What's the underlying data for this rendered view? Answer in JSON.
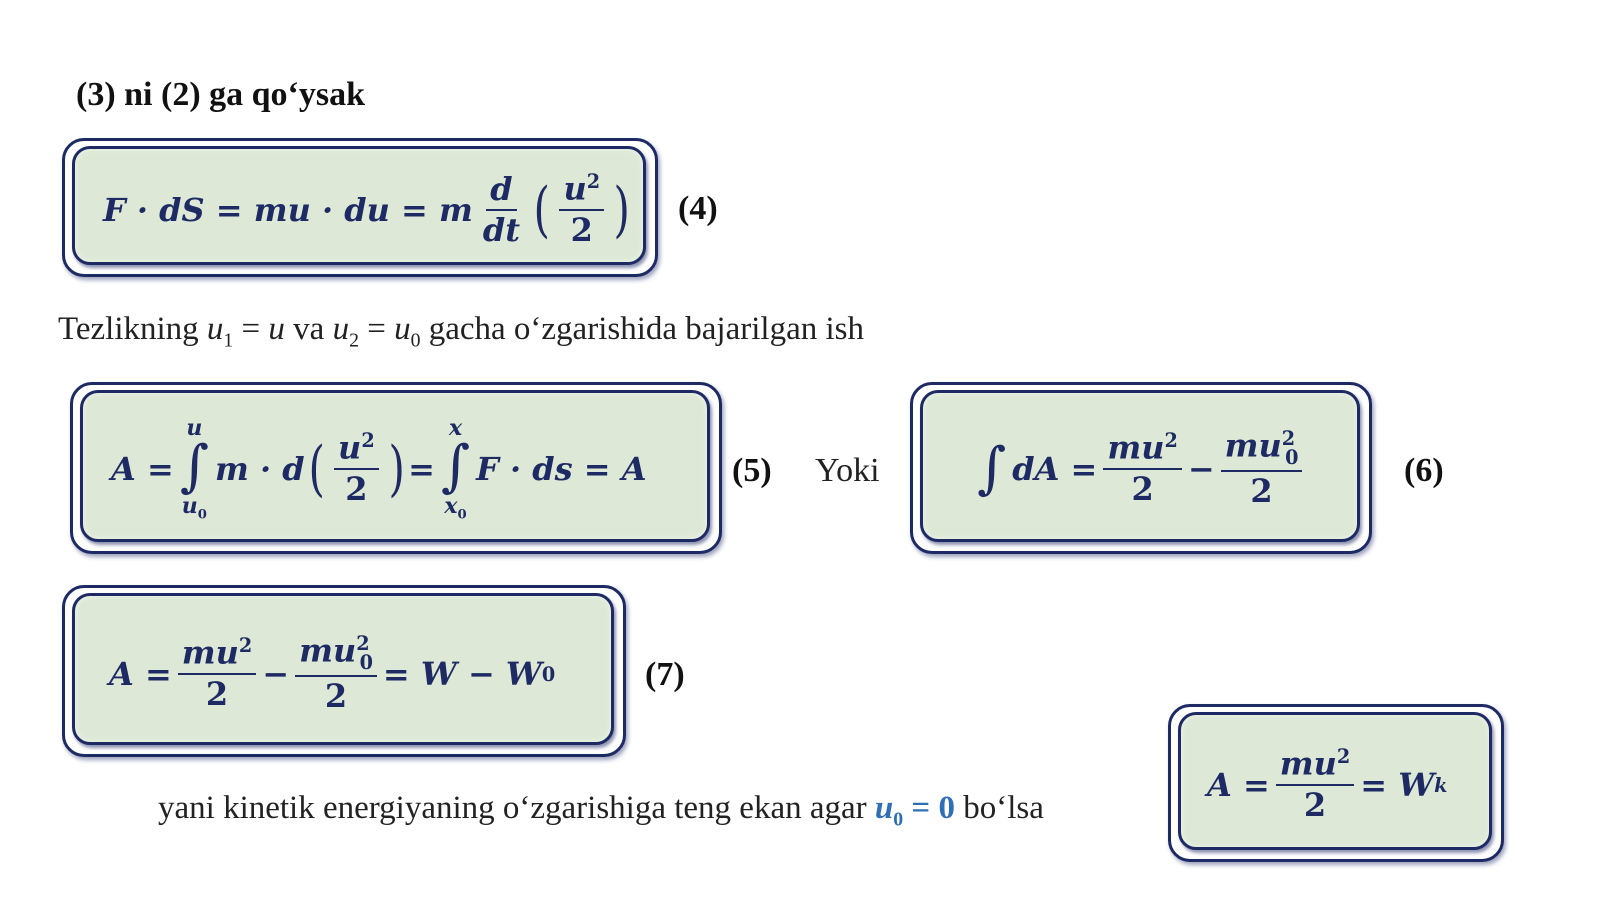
{
  "heading": "(3) ni (2) ga qo‘ysak",
  "sentence": {
    "p1": "Tezlikning ",
    "u1": "u",
    "s1": "1",
    "eq1": " = ",
    "u": "u",
    "p2": " va ",
    "u2": "u",
    "s2": "2",
    "eq2": " = ",
    "u0": "u",
    "s0": "0",
    "p3": " gacha o‘zgarishida  bajarilgan ish"
  },
  "equations": {
    "eq4": {
      "lhs": "F · dS = mu · du = m",
      "frac1_num": "d",
      "frac1_den": "dt",
      "frac2_num": "u",
      "frac2_sup": "2",
      "frac2_den": "2",
      "number": "(4)"
    },
    "eq5": {
      "lhs": "A =",
      "int1_upper": "u",
      "int1_lower": "u",
      "int1_lower_sub": "0",
      "mid": "m · d",
      "frac_num": "u",
      "frac_sup": "2",
      "frac_den": "2",
      "eq": "=",
      "int2_upper": "x",
      "int2_lower": "x",
      "int2_lower_sub": "0",
      "rhs": "F · ds = A",
      "number": "(5)"
    },
    "yoki": "Yoki",
    "eq6": {
      "lhs": "dA =",
      "frac1_num": "mu",
      "frac1_sup": "2",
      "frac1_den": "2",
      "minus": "−",
      "frac2_num": "mu",
      "frac2_sup": "2",
      "frac2_sub": "0",
      "frac2_den": "2",
      "number": "(6)"
    },
    "eq7": {
      "lhs": "A =",
      "frac1_num": "mu",
      "frac1_sup": "2",
      "frac1_den": "2",
      "minus": "−",
      "frac2_num": "mu",
      "frac2_sup": "2",
      "frac2_sub": "0",
      "frac2_den": "2",
      "rhs": "= W − W",
      "rhs_sub": "0",
      "number": "(7)"
    },
    "eq8": {
      "lhs": "A =",
      "frac_num": "mu",
      "frac_sup": "2",
      "frac_den": "2",
      "rhs": "= W",
      "rhs_sub": "k"
    }
  },
  "bottom": {
    "text": "yani kinetik energiyaning o‘zgarishiga teng ekan agar ",
    "hl_var": "u",
    "hl_sub": "0",
    "hl_eq": " = 0",
    "tail": " bo‘lsa"
  },
  "colors": {
    "box_fill": "#dde9d6",
    "box_border": "#1d2a63",
    "math": "#1d2a63",
    "highlight": "#2f6fb5"
  }
}
